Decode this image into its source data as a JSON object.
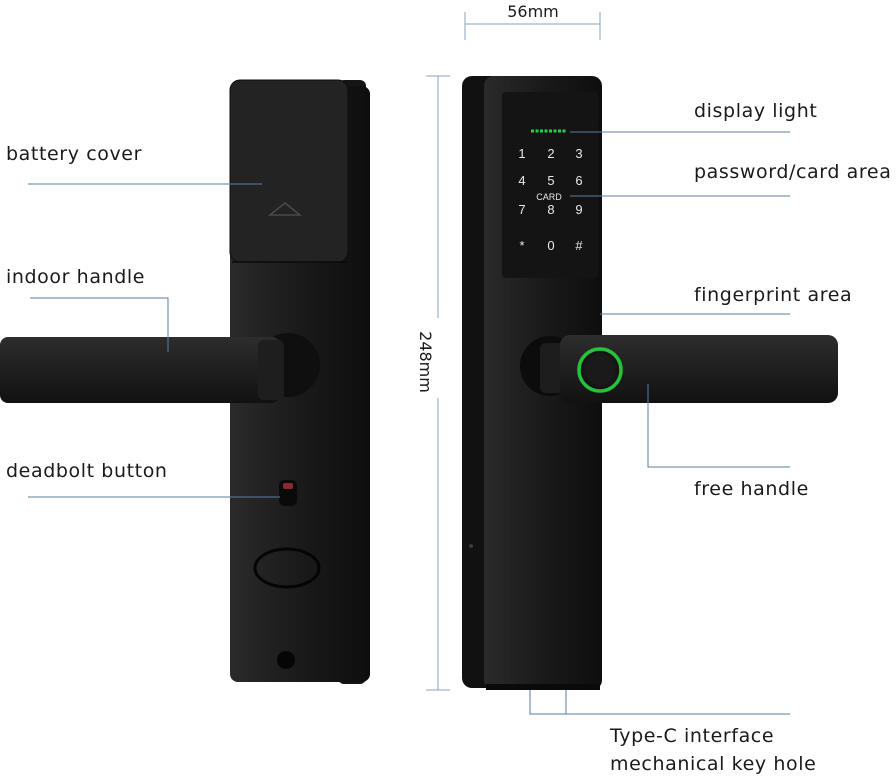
{
  "labels": {
    "battery_cover": "battery cover",
    "indoor_handle": "indoor handle",
    "deadbolt_button": "deadbolt button",
    "display_light": "display light",
    "password_card_area": "password/card area",
    "fingerprint_area": "fingerprint area",
    "free_handle": "free handle",
    "type_c_interface": "Type-C interface",
    "mechanical_key_hole": "mechanical key hole"
  },
  "dimensions": {
    "width": "56mm",
    "height": "248mm"
  },
  "keypad": {
    "keys": [
      "1",
      "2",
      "3",
      "4",
      "5",
      "6",
      "7",
      "8",
      "9",
      "*",
      "0",
      "#"
    ],
    "card_label": "CARD"
  },
  "colors": {
    "lock_body": "#1b1b1c",
    "fingerprint_ring": "#27c23a",
    "display_light": "#22d04a",
    "guide_line": "#5a7fa3"
  }
}
